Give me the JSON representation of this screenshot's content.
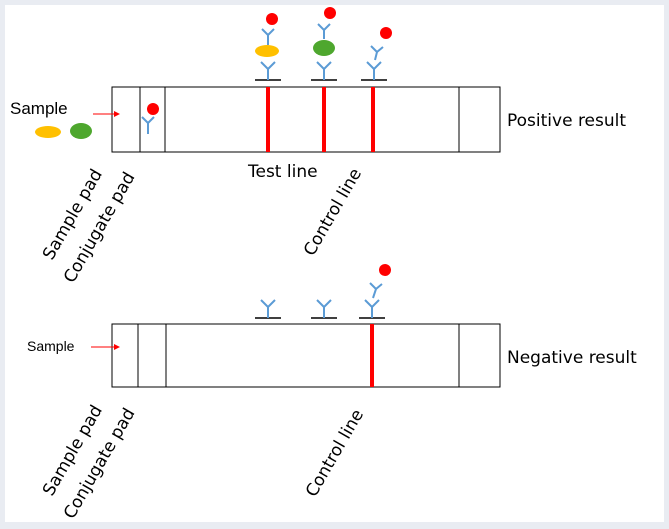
{
  "positive": {
    "sample_label": "Sample",
    "result_label": "Positive result",
    "test_line_label": "Test line",
    "sample_pad_label": "Sample pad",
    "conjugate_pad_label": "Conjugate pad",
    "control_line_label": "Control line"
  },
  "negative": {
    "sample_label": "Sample",
    "result_label": "Negative result",
    "sample_pad_label": "Sample pad",
    "conjugate_pad_label": "Conjugate pad",
    "control_line_label": "Control line"
  },
  "colors": {
    "line_red": "#ff0000",
    "antibody_blue": "#5b9bd5",
    "antigen_yellow": "#ffc000",
    "antigen_green": "#4ea72e",
    "arrow_red": "#ff0000"
  },
  "icons": {
    "antibody": "antibody-icon",
    "gold_label": "gold-nanoparticle-icon",
    "antigen": "antigen-icon"
  }
}
